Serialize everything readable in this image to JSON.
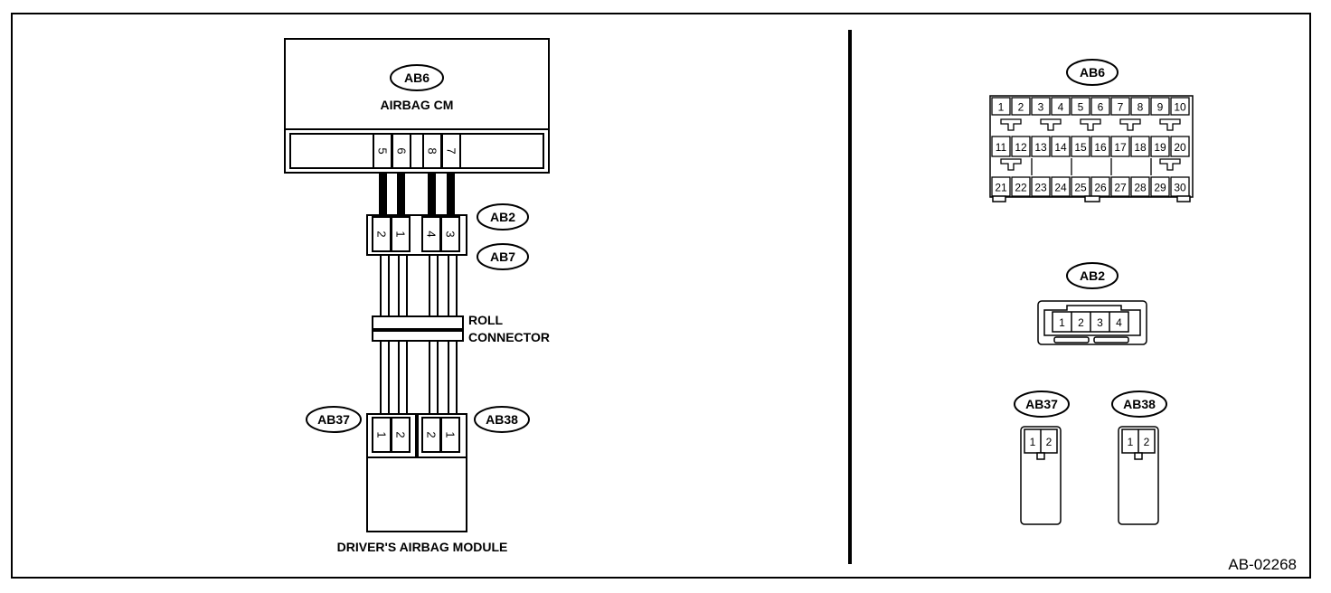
{
  "figure_code": "AB-02268",
  "left": {
    "cm_connector": "AB6",
    "cm_label": "AIRBAG CM",
    "cm_pins": [
      "5",
      "6",
      "8",
      "7"
    ],
    "ab2_pins": [
      "2",
      "1",
      "4",
      "3"
    ],
    "connector_ab2": "AB2",
    "connector_ab7": "AB7",
    "roll_line1": "ROLL",
    "roll_line2": "CONNECTOR",
    "connector_ab37": "AB37",
    "connector_ab38": "AB38",
    "ab37_pins": [
      "1",
      "2"
    ],
    "ab38_pins": [
      "2",
      "1"
    ],
    "module_label": "DRIVER'S AIRBAG MODULE"
  },
  "right": {
    "ab6": {
      "label": "AB6",
      "row1": [
        "1",
        "2",
        "3",
        "4",
        "5",
        "6",
        "7",
        "8",
        "9",
        "10"
      ],
      "row2": [
        "11",
        "12",
        "13",
        "14",
        "15",
        "16",
        "17",
        "18",
        "19",
        "20"
      ],
      "row3": [
        "21",
        "22",
        "23",
        "24",
        "25",
        "26",
        "27",
        "28",
        "29",
        "30"
      ]
    },
    "ab2": {
      "label": "AB2",
      "pins": [
        "1",
        "2",
        "3",
        "4"
      ]
    },
    "ab37": {
      "label": "AB37",
      "pins": [
        "1",
        "2"
      ]
    },
    "ab38": {
      "label": "AB38",
      "pins": [
        "1",
        "2"
      ]
    }
  }
}
